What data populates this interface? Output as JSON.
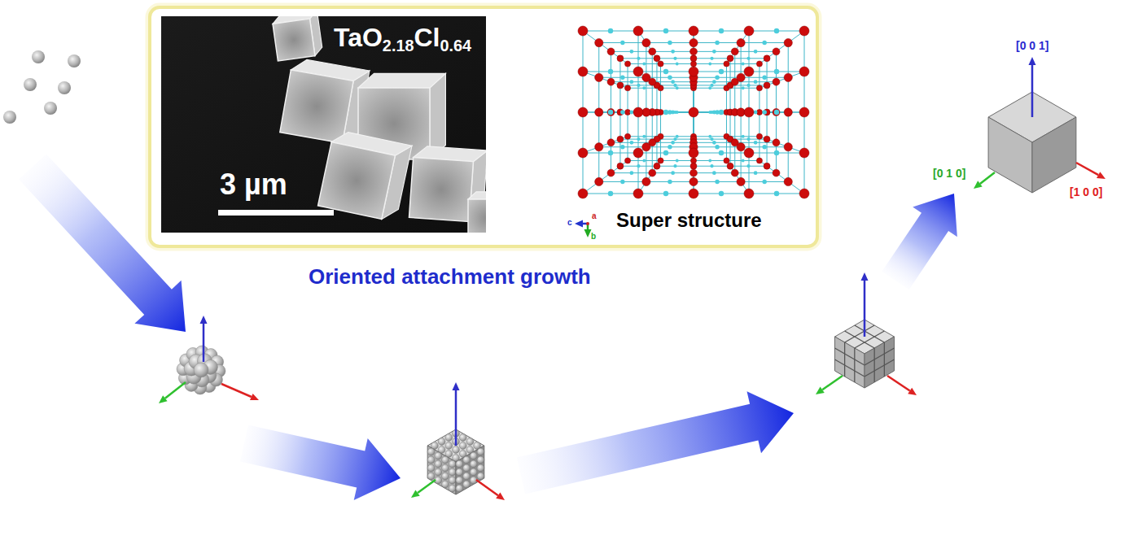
{
  "diagram": {
    "nodes": [
      {
        "text": [
          "TaO2.18Cl0.64",
          "3 µm"
        ]
      },
      {
        "text": [
          "Super structure"
        ]
      }
    ],
    "labels": [
      "Oriented attachment growth",
      "c",
      "b",
      "a",
      "[0 0 1]",
      "[1 0 0]",
      "[0 1 0]"
    ]
  }
}
